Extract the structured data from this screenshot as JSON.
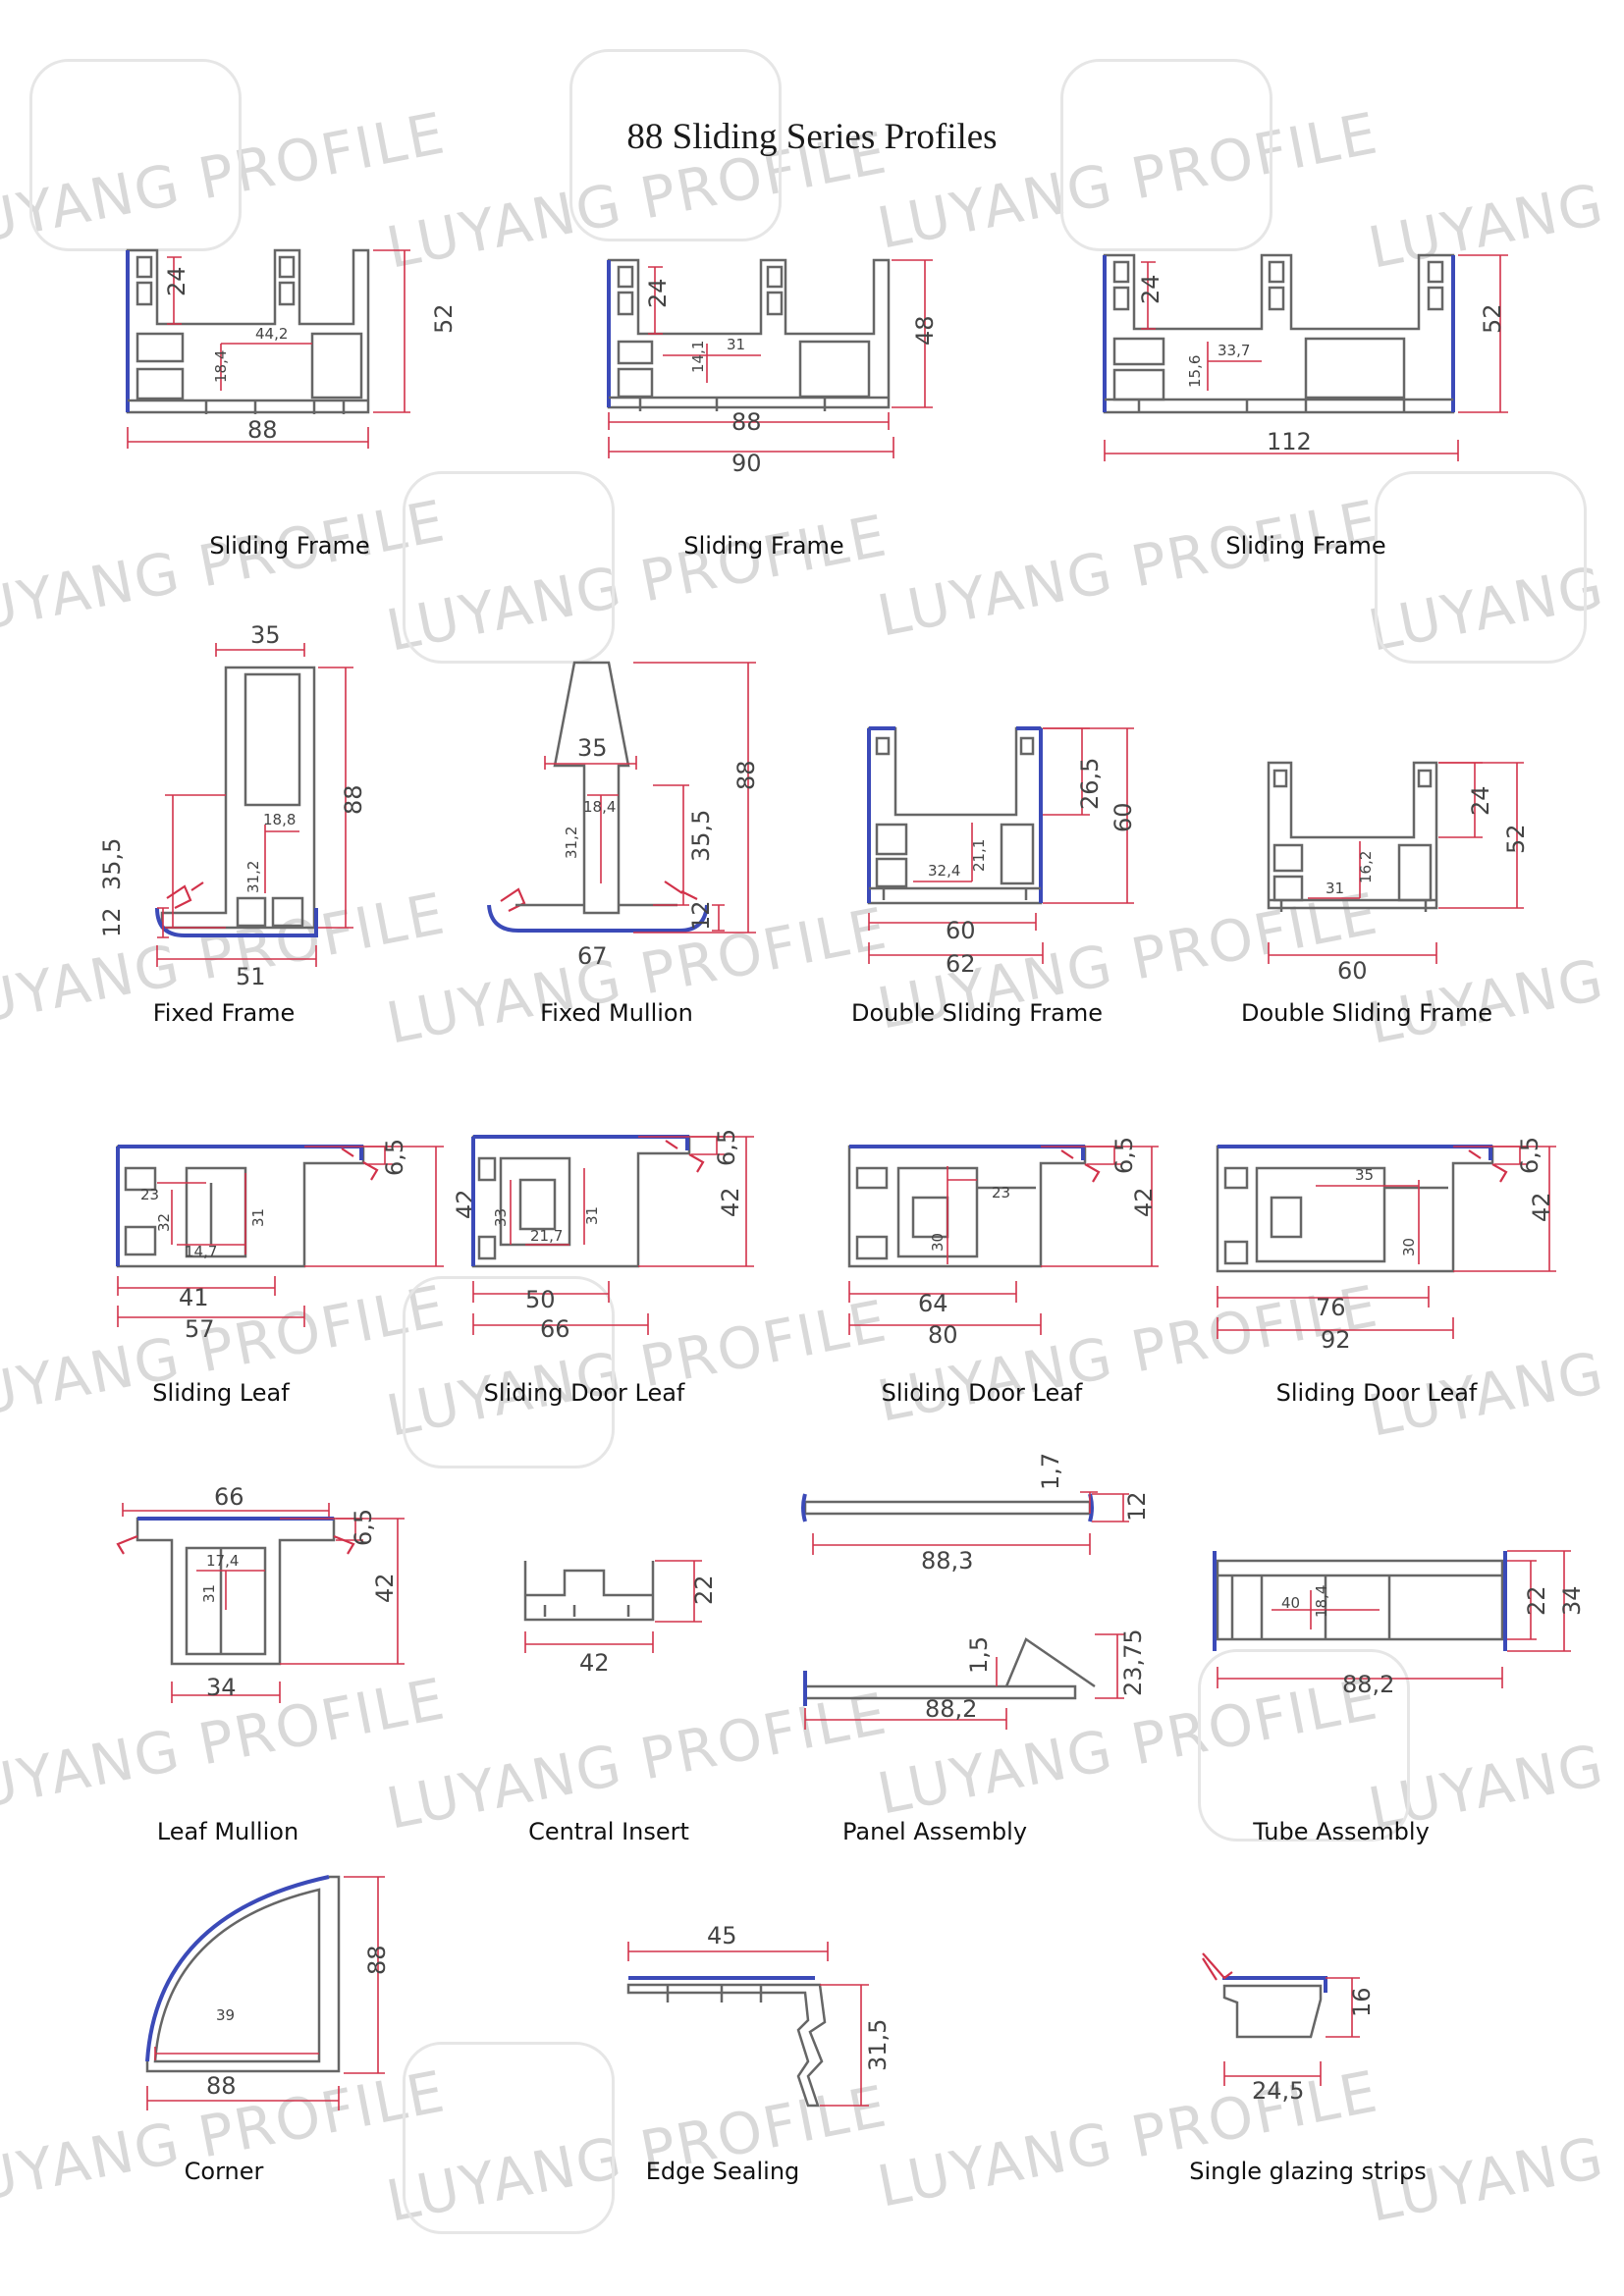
{
  "page": {
    "title": "88 Sliding Series Profiles",
    "watermark": "LUYANG PROFILE"
  },
  "colors": {
    "profile_outline": "#666666",
    "gasket_blue": "#3b4ab8",
    "dimension_red": "#d2324a",
    "watermark_gray": "#d9d9d9"
  },
  "profiles": [
    {
      "caption": "Sliding Frame",
      "dims": [
        "24",
        "44,2",
        "18,4",
        "52",
        "88"
      ]
    },
    {
      "caption": "Sliding Frame",
      "dims": [
        "24",
        "14,1",
        "31",
        "48",
        "88",
        "90"
      ]
    },
    {
      "caption": "Sliding Frame",
      "dims": [
        "24",
        "15,6",
        "33,7",
        "52",
        "112"
      ]
    },
    {
      "caption": "Fixed Frame",
      "dims": [
        "35",
        "18,8",
        "31,2",
        "35,5",
        "12",
        "88",
        "51"
      ]
    },
    {
      "caption": "Fixed Mullion",
      "dims": [
        "35",
        "18,4",
        "31,2",
        "35,5",
        "12",
        "88",
        "67"
      ]
    },
    {
      "caption": "Double Sliding Frame",
      "dims": [
        "26,5",
        "60",
        "21,1",
        "32,4",
        "60",
        "62"
      ]
    },
    {
      "caption": "Double Sliding Frame",
      "dims": [
        "24",
        "52",
        "16,2",
        "31",
        "60"
      ]
    },
    {
      "caption": "Sliding Leaf",
      "dims": [
        "6,5",
        "23",
        "32",
        "31",
        "14,7",
        "42",
        "41",
        "57"
      ]
    },
    {
      "caption": "Sliding Door Leaf",
      "dims": [
        "6,5",
        "33",
        "31",
        "21,7",
        "42",
        "50",
        "66"
      ]
    },
    {
      "caption": "Sliding Door Leaf",
      "dims": [
        "6,5",
        "23",
        "30",
        "42",
        "64",
        "80"
      ]
    },
    {
      "caption": "Sliding Door Leaf",
      "dims": [
        "6,5",
        "35",
        "30",
        "42",
        "76",
        "92"
      ]
    },
    {
      "caption": "Leaf Mullion",
      "dims": [
        "66",
        "6,5",
        "17,4",
        "31",
        "42",
        "34"
      ]
    },
    {
      "caption": "Central Insert",
      "dims": [
        "22",
        "42"
      ]
    },
    {
      "caption": "Panel Assembly",
      "dims": [
        "1,7",
        "12",
        "88,3",
        "1,5",
        "23,75",
        "88,2"
      ]
    },
    {
      "caption": "Tube Assembly",
      "dims": [
        "40",
        "18,4",
        "22",
        "34",
        "88,2"
      ]
    },
    {
      "caption": "Corner",
      "dims": [
        "88",
        "39",
        "88"
      ]
    },
    {
      "caption": "Edge Sealing",
      "dims": [
        "45",
        "31,5"
      ]
    },
    {
      "caption": "Single glazing strips",
      "dims": [
        "16",
        "24,5"
      ]
    }
  ]
}
